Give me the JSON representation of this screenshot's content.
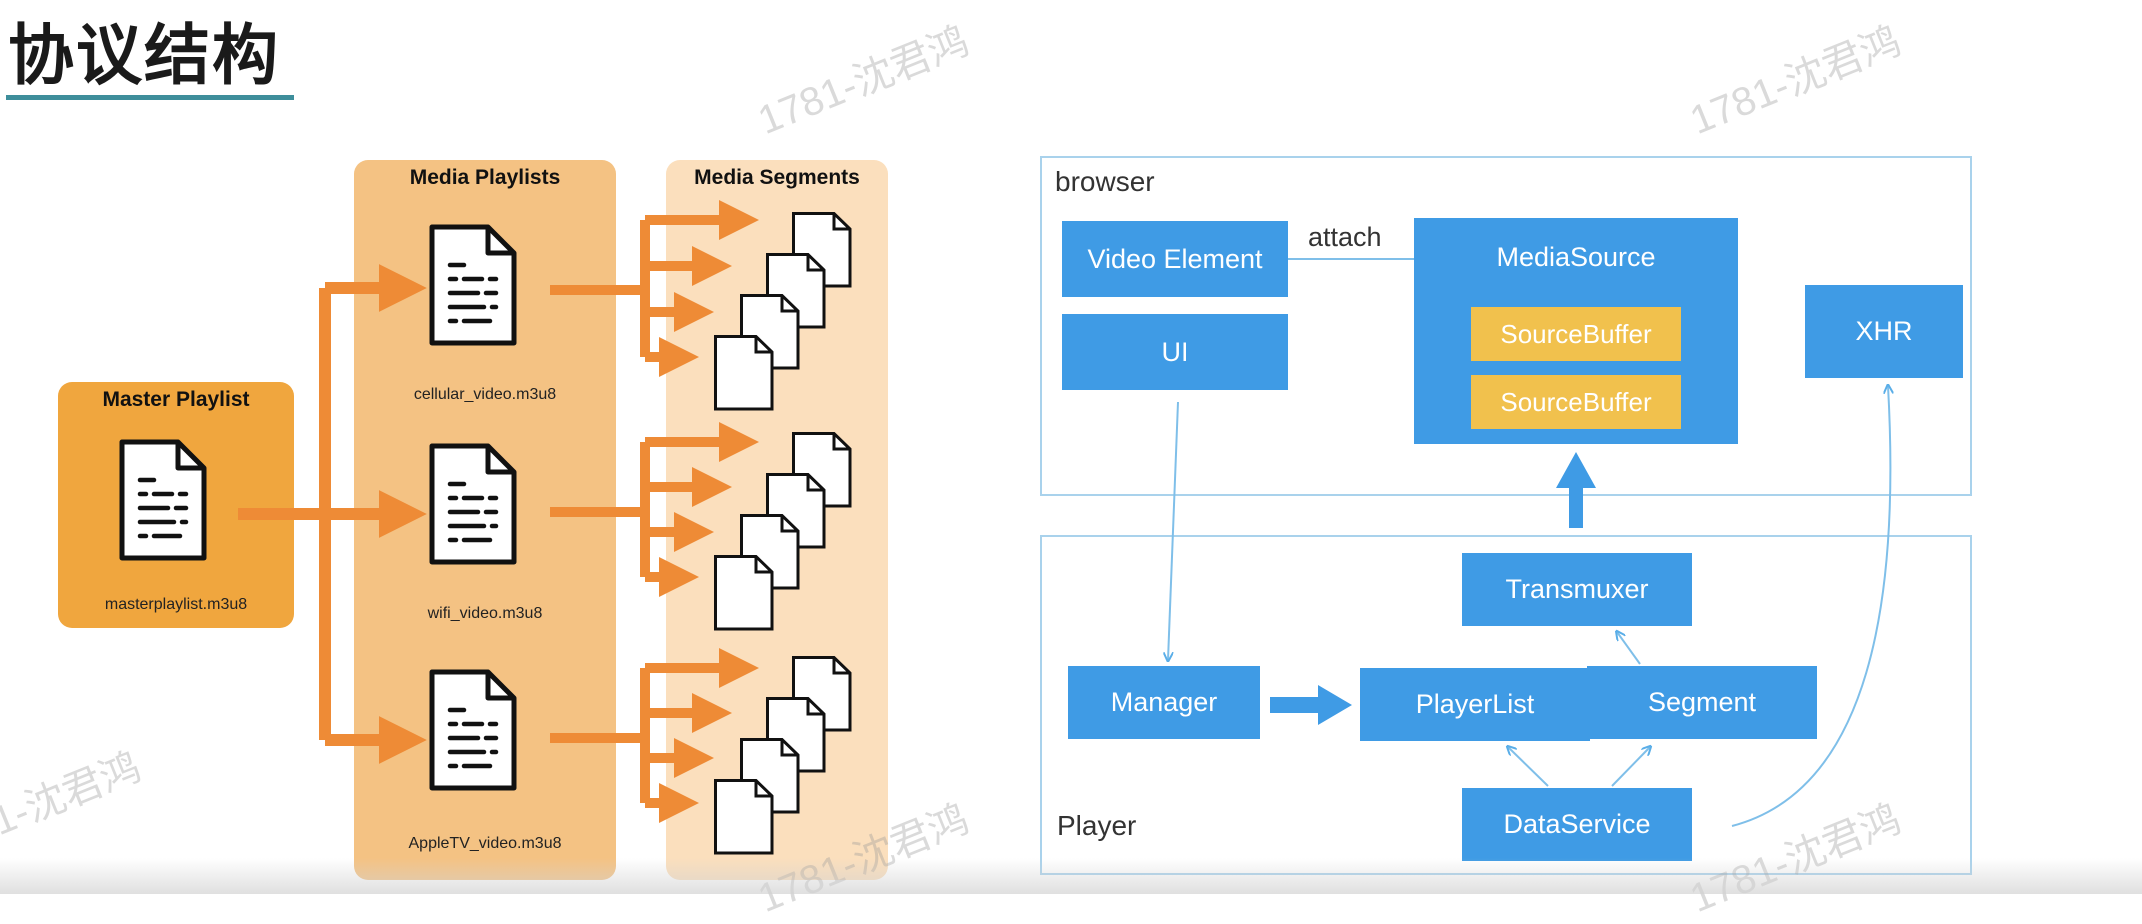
{
  "title": "协议结构",
  "hls": {
    "master_title": "Master Playlist",
    "master_file": "masterplaylist.m3u8",
    "media_playlists_title": "Media Playlists",
    "media_segments_title": "Media Segments",
    "playlists": [
      "cellular_video.m3u8",
      "wifi_video.m3u8",
      "AppleTV_video.m3u8"
    ],
    "colors": {
      "arrow": "#ee8b36",
      "master_panel": "#f0a63e",
      "playlists_panel": "#f4c283",
      "segments_panel": "#fbdfbd"
    }
  },
  "architecture": {
    "browser_label": "browser",
    "player_label": "Player",
    "attach_label": "attach",
    "video_element": "Video Element",
    "ui": "UI",
    "media_source": "MediaSource",
    "source_buffers": [
      "SourceBuffer",
      "SourceBuffer"
    ],
    "xhr": "XHR",
    "transmuxer": "Transmuxer",
    "manager": "Manager",
    "player_list": "PlayerList",
    "segment": "Segment",
    "data_service": "DataService",
    "colors": {
      "box": "#3f9be5",
      "buffer": "#f1c14d",
      "outline": "#a9d2ec"
    }
  },
  "watermark": "1781-沈君鸿"
}
